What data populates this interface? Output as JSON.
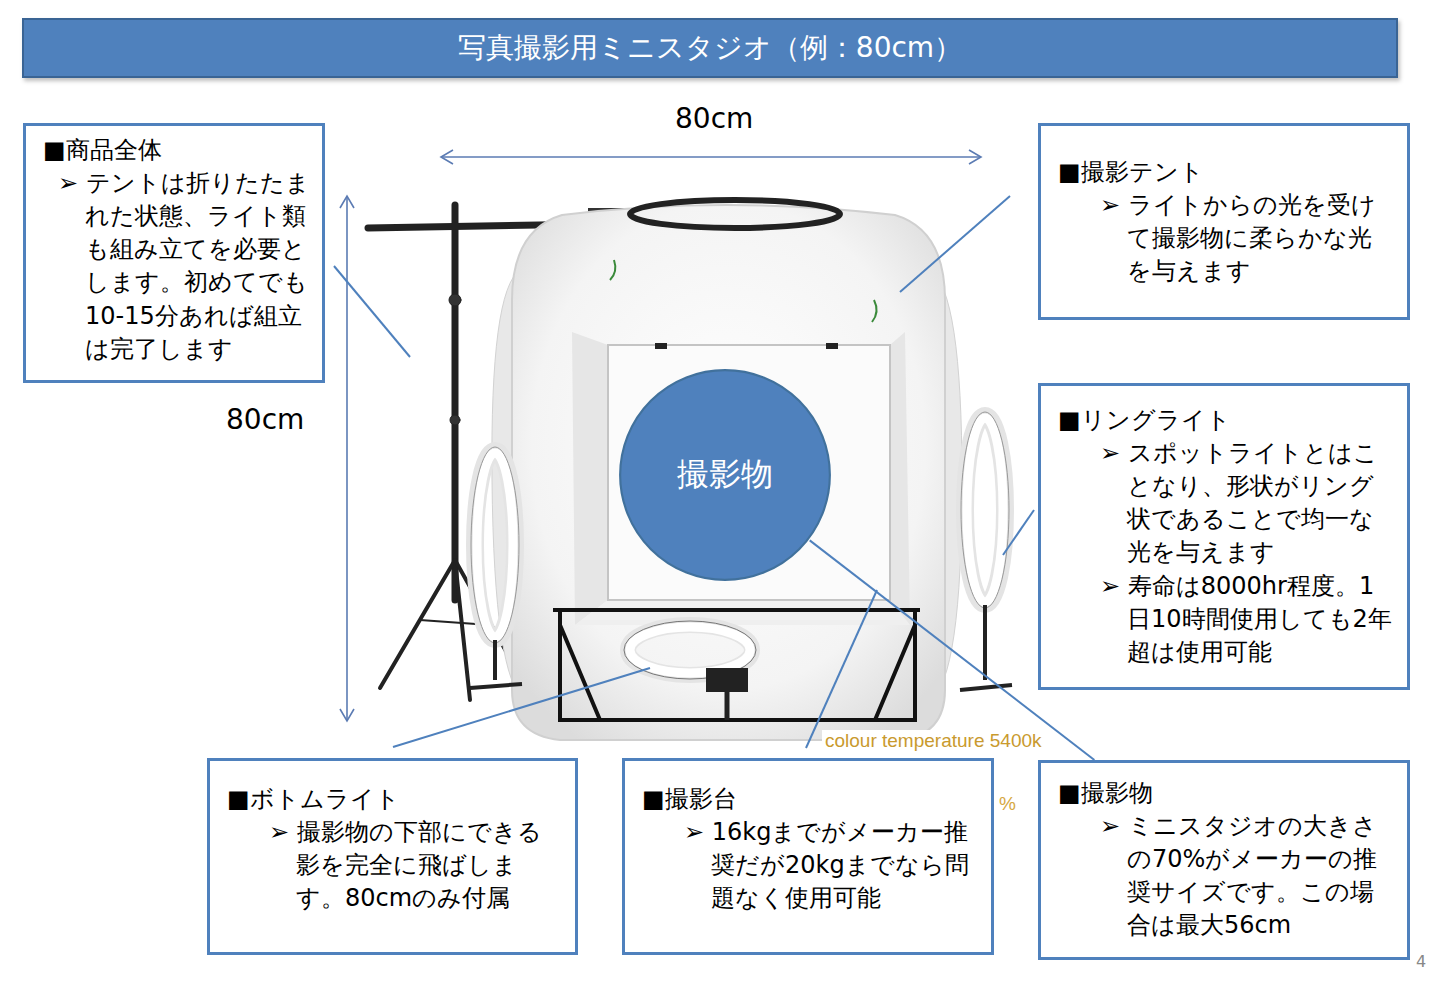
{
  "diagram": {
    "title": "写真撮影用ミニスタジオ（例：80cm）",
    "nodes": [
      {
        "text": [
          "■商品全体",
          "➢ テントは折りたたまれた状態、ライト類も組み立てを必要とします。初めてでも10-15分あれば組立は完了します"
        ]
      },
      {
        "text": [
          "■撮影テント",
          "➢ ライトからの光を受けて撮影物に柔らかな光を与えます"
        ]
      },
      {
        "text": [
          "■リングライト",
          "➢ スポットライトとはことなり、形状がリング状であることで均一な光を与えます",
          "➢ 寿命は8000hr程度。1日10時間使用しても2年超は使用可能"
        ]
      },
      {
        "text": [
          "撮影物"
        ]
      },
      {
        "text": [
          "■ボトムライト",
          "➢ 撮影物の下部にできる影を完全に飛ばします。80cmのみ付属"
        ]
      },
      {
        "text": [
          "■撮影台",
          "➢ 16kgまでがメーカー推奨だが20kgまでなら問題なく使用可能"
        ]
      },
      {
        "text": [
          "■撮影物",
          "➢ ミニスタジオの大きさの70%がメーカーの推奨サイズです。この場合は最大56cm"
        ]
      }
    ],
    "edges": [
      {
        "from": 3,
        "to": 6,
        "arrow": "none"
      }
    ],
    "labels": [
      "80cm",
      "80cm",
      "colour temperature  5400k",
      "%",
      "4"
    ]
  }
}
